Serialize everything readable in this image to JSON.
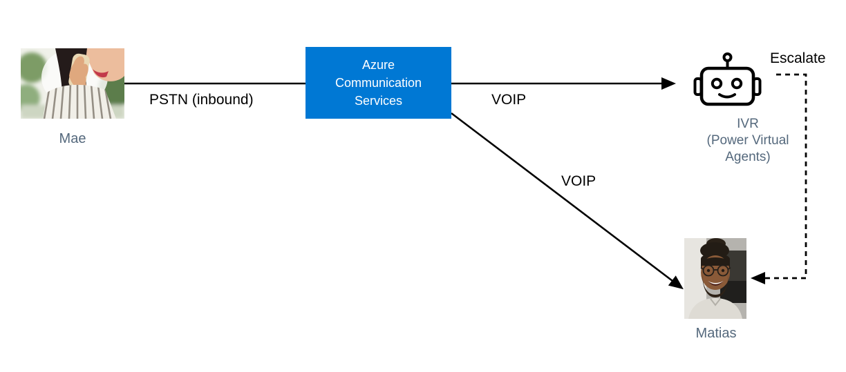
{
  "diagram": {
    "nodes": {
      "mae": {
        "label": "Mae",
        "image": "woman-on-phone-photo"
      },
      "acs": {
        "line1": "Azure",
        "line2": "Communication",
        "line3": "Services"
      },
      "ivr": {
        "line1": "IVR",
        "line2": "(Power Virtual",
        "line3": "Agents)",
        "icon": "robot-icon"
      },
      "matias": {
        "label": "Matias",
        "image": "smiling-man-photo"
      }
    },
    "edges": {
      "pstn": {
        "label": "PSTN (inbound)",
        "from": "mae",
        "to": "acs",
        "style": "solid-line"
      },
      "voip_to_ivr": {
        "label": "VOIP",
        "from": "acs",
        "to": "ivr",
        "style": "solid-arrow"
      },
      "voip_to_matias": {
        "label": "VOIP",
        "from": "acs",
        "to": "matias",
        "style": "solid-arrow"
      },
      "escalate": {
        "label": "Escalate",
        "from": "ivr",
        "to": "matias",
        "style": "dashed-arrow"
      }
    },
    "colors": {
      "azure_blue": "#0078d4",
      "node_label_gray": "#54687c",
      "arrow_black": "#000000",
      "background": "#ffffff"
    }
  }
}
